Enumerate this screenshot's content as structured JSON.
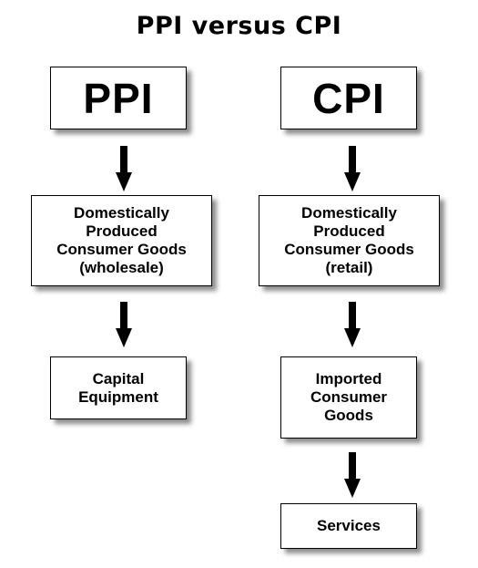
{
  "diagram": {
    "title": "PPI versus CPI",
    "ppi": {
      "header": "PPI",
      "steps": [
        "Domestically\nProduced\nConsumer Goods\n(wholesale)",
        "Capital\nEquipment"
      ]
    },
    "cpi": {
      "header": "CPI",
      "steps": [
        "Domestically\nProduced\nConsumer Goods\n(retail)",
        "Imported\nConsumer\nGoods",
        "Services"
      ]
    }
  }
}
